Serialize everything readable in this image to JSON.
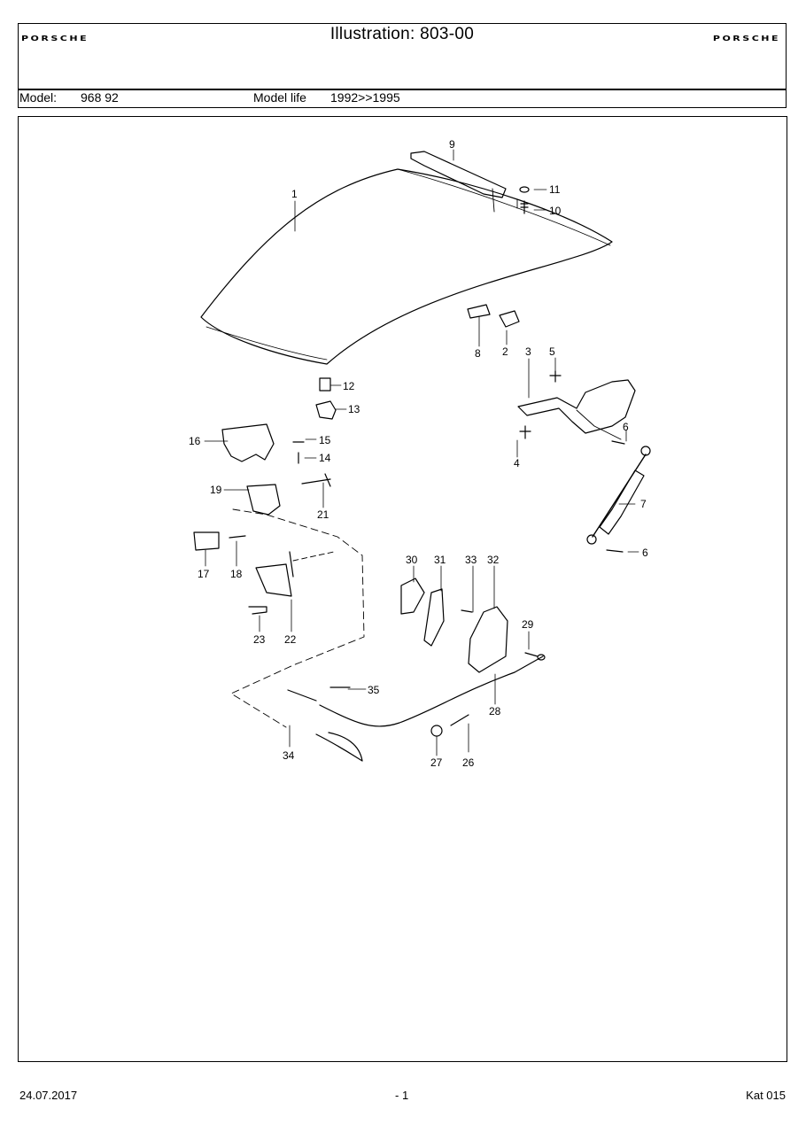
{
  "header": {
    "title": "Illustration: 803-00",
    "logo_left": "PORSCHE",
    "logo_right": "PORSCHE",
    "model_label": "Model:",
    "model_value": "968 92",
    "model_life_label": "Model life",
    "model_life_value": "1992>>1995"
  },
  "callouts": [
    "1",
    "2",
    "3",
    "4",
    "5",
    "6",
    "6",
    "7",
    "8",
    "9",
    "10",
    "11",
    "12",
    "13",
    "14",
    "15",
    "16",
    "17",
    "18",
    "19",
    "21",
    "22",
    "23",
    "26",
    "27",
    "28",
    "29",
    "30",
    "31",
    "32",
    "33",
    "34",
    "35"
  ],
  "footer": {
    "date": "24.07.2017",
    "page": "- 1",
    "catalog": "Kat 015"
  }
}
